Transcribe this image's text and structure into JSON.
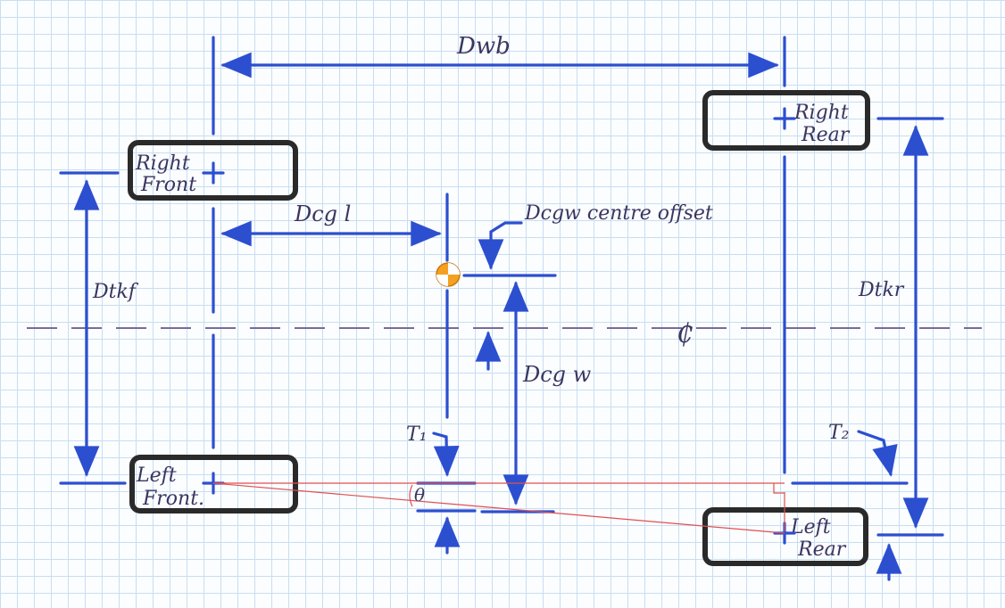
{
  "labels": {
    "wheelbase": "Dwb",
    "right_front": [
      "Right",
      "Front"
    ],
    "right_rear": [
      "Right",
      "Rear"
    ],
    "left_front": [
      "Left",
      "Front."
    ],
    "left_rear": [
      "Left",
      "Rear"
    ],
    "dcgl": "Dcg l",
    "dcgw_offset": "Dcgw centre offset",
    "dtkf": "Dtkf",
    "dtkr": "Dtkr",
    "dcgw": "Dcg w",
    "t1": "T₁",
    "t2": "T₂",
    "theta": "θ",
    "centreline": "₵"
  },
  "colors": {
    "dimension": "#2c4fd0",
    "wheel": "#2a2a2a",
    "angle_lines": "#e05050",
    "cg_marker": "#f5a020",
    "centreline": "#7a6a9a"
  }
}
